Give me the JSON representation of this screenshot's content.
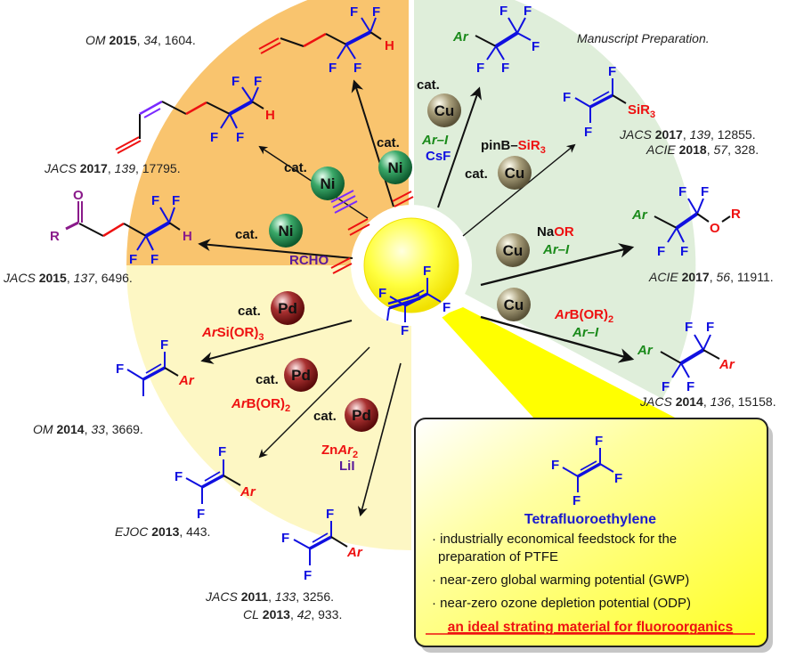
{
  "title": "Tetrafluoroethylene transformations overview",
  "colors": {
    "ni_sector": "#f9c46e",
    "cu_sector": "#dfeeda",
    "pd_sector": "#fdf7c4",
    "center": "#ffff00",
    "fluorine": "#1010e0",
    "reagent_red": "#ee1111",
    "aryl_green": "#1a8a1a",
    "purple": "#5a1a9a",
    "ni_ball": "#2e9a5a",
    "cu_ball": "#9a9070",
    "pd_ball": "#9a2020"
  },
  "center": {
    "molecule": "CF2=CF2",
    "atom": "F"
  },
  "ni_routes": [
    {
      "id": "ni1",
      "cat": "cat.",
      "metal": "Ni",
      "reagent": "",
      "product_right_atom": "H",
      "ref": {
        "journal": "OM",
        "year": "2015",
        "volume": "34",
        "page": "1604."
      }
    },
    {
      "id": "ni2",
      "cat": "cat.",
      "metal": "Ni",
      "reagent": "",
      "product_right_atom": "H",
      "ref": {
        "journal": "JACS",
        "year": "2017",
        "volume": "139",
        "page": "17795."
      }
    },
    {
      "id": "ni3",
      "cat": "cat.",
      "metal": "Ni",
      "reagent": "RCHO",
      "product_left": "R",
      "product_carbonyl": "O",
      "product_right_atom": "H",
      "ref": {
        "journal": "JACS",
        "year": "2015",
        "volume": "137",
        "page": "6496."
      }
    }
  ],
  "cu_routes": [
    {
      "id": "cu1",
      "cat": "cat.",
      "metal": "Cu",
      "reagent_1": "Ar–I",
      "reagent_2": "CsF",
      "product": "Ar-CF2CF3",
      "aryl": "Ar",
      "ref": {
        "note": "Manuscript Preparation."
      }
    },
    {
      "id": "cu2",
      "cat": "cat.",
      "metal": "Cu",
      "reagent_1_a": "pinB–",
      "reagent_1_b": "SiR",
      "reagent_1_sub": "3",
      "product_group": "SiR",
      "product_sub": "3",
      "refs": [
        {
          "journal": "JACS",
          "year": "2017",
          "volume": "139",
          "page": "12855."
        },
        {
          "journal": "ACIE",
          "year": "2018",
          "volume": "57",
          "page": "328."
        }
      ]
    },
    {
      "id": "cu3",
      "metal": "Cu",
      "reagent_1_a": "Na",
      "reagent_1_b": "OR",
      "reagent_2": "Ar–I",
      "aryl": "Ar",
      "oxygen": "O",
      "r_group": "R",
      "ref": {
        "journal": "ACIE",
        "year": "2017",
        "volume": "56",
        "page": "11911."
      }
    },
    {
      "id": "cu4",
      "metal": "Cu",
      "reagent_1_a": "Ar",
      "reagent_1_b": "B(OR)",
      "reagent_1_sub": "2",
      "reagent_2": "Ar–I",
      "aryl_left": "Ar",
      "aryl_right": "Ar",
      "ref": {
        "journal": "JACS",
        "year": "2014",
        "volume": "136",
        "page": "15158."
      }
    }
  ],
  "pd_routes": [
    {
      "id": "pd1",
      "cat": "cat.",
      "metal": "Pd",
      "reagent_a": "Ar",
      "reagent_b": "Si(OR)",
      "reagent_sub": "3",
      "aryl": "Ar",
      "ref": {
        "journal": "OM",
        "year": "2014",
        "volume": "33",
        "page": "3669."
      }
    },
    {
      "id": "pd2",
      "cat": "cat.",
      "metal": "Pd",
      "reagent_a": "Ar",
      "reagent_b": "B(OR)",
      "reagent_sub": "2",
      "aryl": "Ar",
      "ref": {
        "journal": "EJOC",
        "year": "2013",
        "volume": "",
        "page": "443."
      }
    },
    {
      "id": "pd3",
      "cat": "cat.",
      "metal": "Pd",
      "reagent_a": "Zn",
      "reagent_b": "Ar",
      "reagent_sub": "2",
      "reagent_2": "LiI",
      "aryl": "Ar",
      "refs": [
        {
          "journal": "JACS",
          "year": "2011",
          "volume": "133",
          "page": "3256."
        },
        {
          "journal": "CL",
          "year": "2013",
          "volume": "42",
          "page": "933."
        }
      ]
    }
  ],
  "info_box": {
    "title": "Tetrafluoroethylene",
    "bullets": [
      "· industrially economical feedstock for the",
      "preparation of PTFE",
      "· near-zero global warming potential (GWP)",
      "· near-zero ozone depletion potential (ODP)"
    ],
    "key_point": "an ideal strating material for fluoroorganics"
  }
}
